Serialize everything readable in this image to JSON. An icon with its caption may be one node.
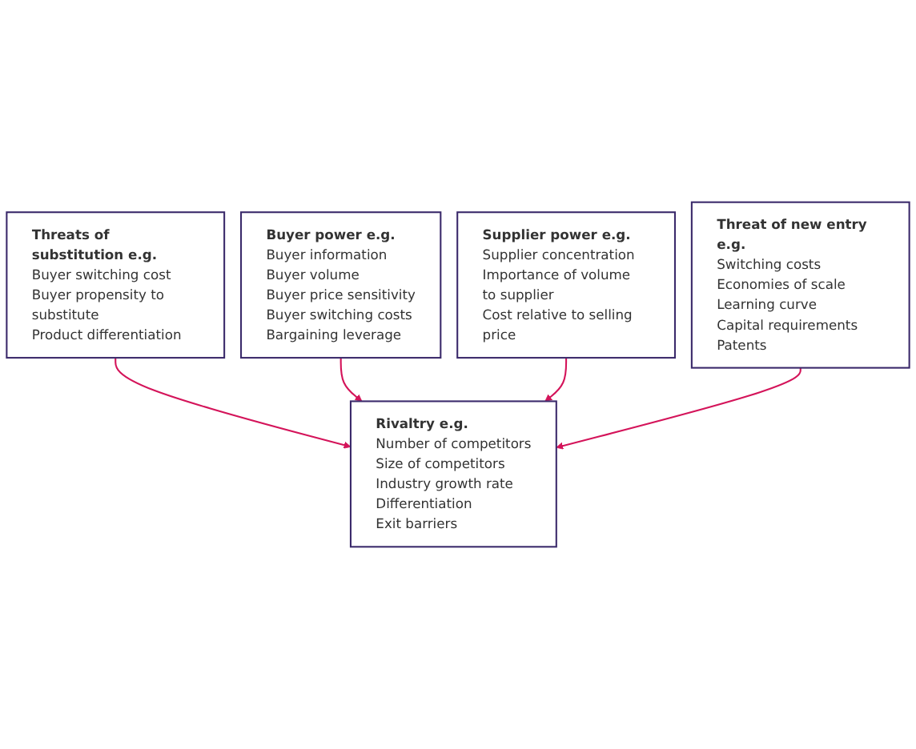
{
  "diagram": {
    "nodes": [
      {
        "text": [
          "Threats of substitution e.g.",
          "Buyer switching cost",
          "Buyer propensity to substitute",
          "Product differentiation"
        ]
      },
      {
        "text": [
          "Buyer power e.g.",
          "Buyer information",
          "Buyer volume",
          "Buyer price sensitivity",
          "Buyer switching costs",
          "Bargaining leverage"
        ]
      },
      {
        "text": [
          "Rivaltry e.g.",
          "Number of competitors",
          "Size of competitors",
          "Industry growth rate",
          "Differentiation",
          "Exit barriers"
        ]
      },
      {
        "text": [
          "Supplier power e.g.",
          "Supplier concentration",
          "Importance of volume to supplier",
          "Cost relative to selling price"
        ]
      },
      {
        "text": [
          "Threat of new entry e.g.",
          "Switching costs",
          "Economies of scale",
          "Learning curve",
          "Capital requirements",
          "Patents"
        ]
      }
    ],
    "edges": [
      {
        "from": 0,
        "to": 2,
        "arrow": "to"
      },
      {
        "from": 1,
        "to": 2,
        "arrow": "to"
      },
      {
        "from": 3,
        "to": 2,
        "arrow": "to"
      },
      {
        "from": 4,
        "to": 2,
        "arrow": "to"
      }
    ]
  }
}
